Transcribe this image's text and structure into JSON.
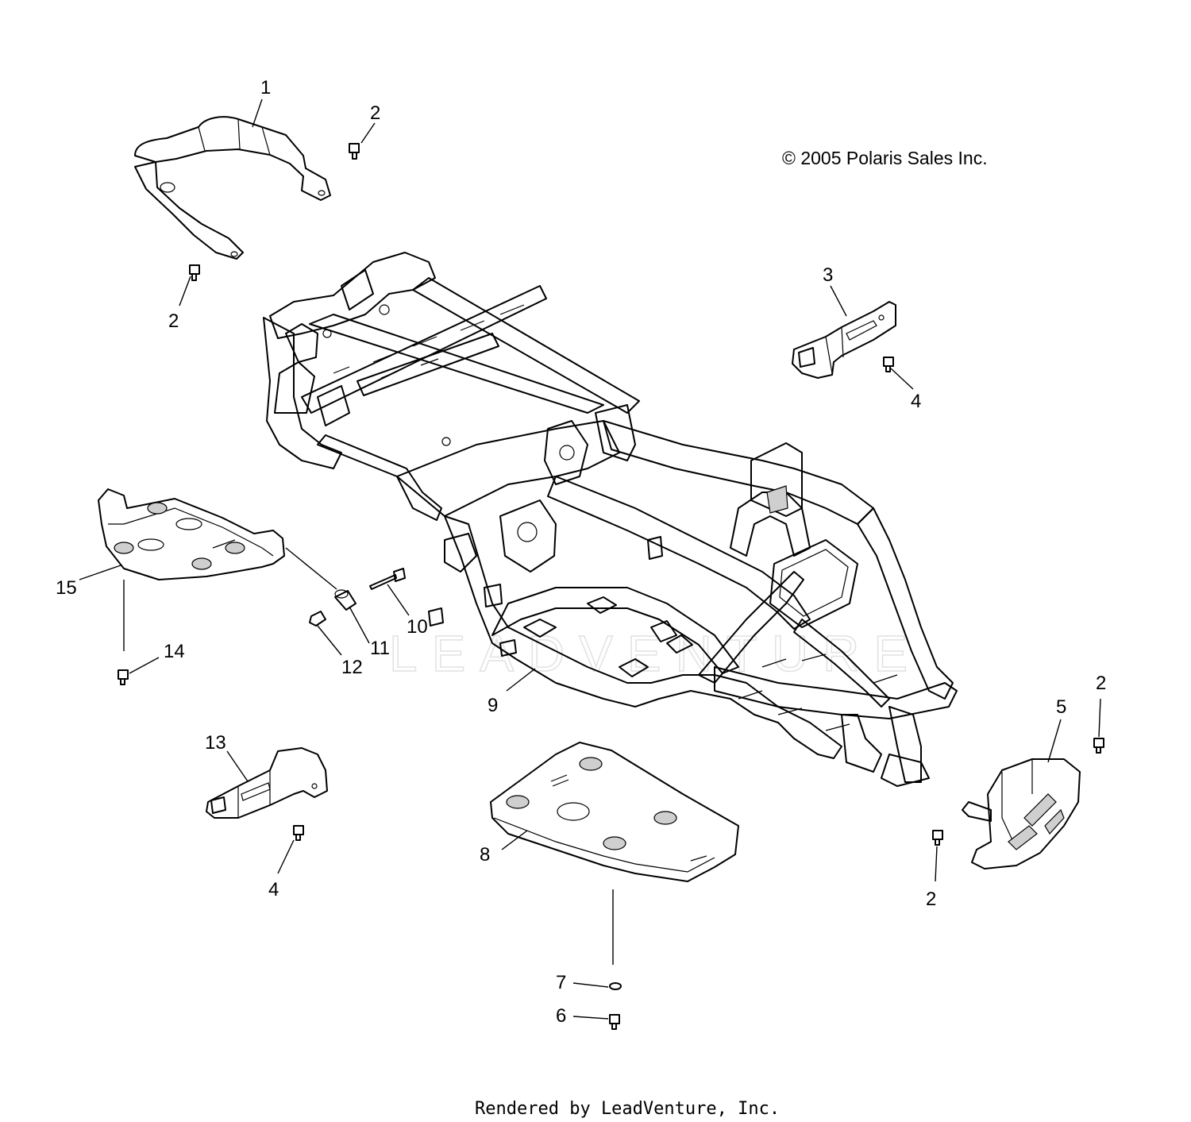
{
  "copyright": "© 2005 Polaris Sales Inc.",
  "footer": "Rendered by LeadVenture, Inc.",
  "watermark": "LEADVENTURE",
  "callouts": {
    "c1": "1",
    "c2a": "2",
    "c2b": "2",
    "c2c": "2",
    "c2d": "2",
    "c3": "3",
    "c4a": "4",
    "c4b": "4",
    "c5": "5",
    "c6": "6",
    "c7": "7",
    "c8": "8",
    "c9": "9",
    "c10": "10",
    "c11": "11",
    "c12": "12",
    "c13": "13",
    "c14": "14",
    "c15": "15"
  }
}
